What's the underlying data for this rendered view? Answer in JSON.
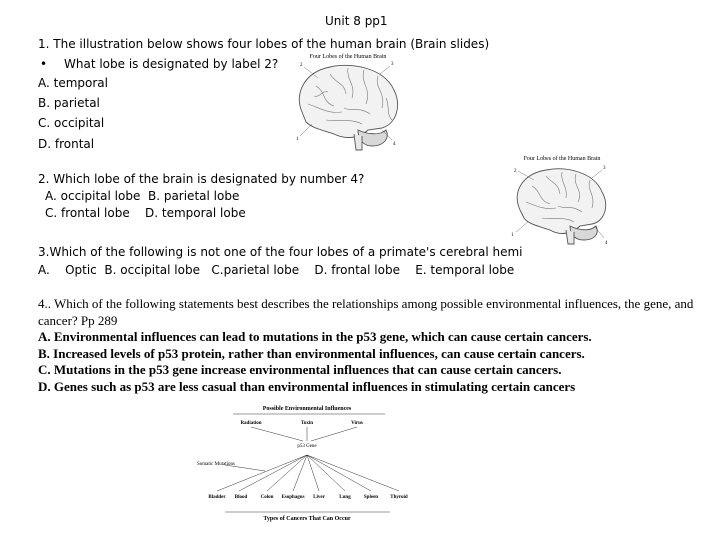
{
  "title": "Unit 8 pp1",
  "q1": {
    "stem": "1. The illustration below shows four lobes of the human brain (Brain slides)",
    "bullet": "•",
    "sub": "What lobe is designated by label 2?",
    "options": [
      "A. temporal",
      "B. parietal",
      "C. occipital",
      "D. frontal"
    ],
    "figure": {
      "caption": "Four Lobes of the Human Brain",
      "labels": [
        "2",
        "3",
        "1",
        "4"
      ]
    }
  },
  "q2": {
    "stem": "2. Which lobe of the brain is designated by number 4?",
    "line1": "A. occipital lobe  B. parietal lobe",
    "line2": "C. frontal lobe    D. temporal lobe",
    "figure": {
      "caption": "Four Lobes of the Human Brain",
      "labels": [
        "2",
        "3",
        "1",
        "4"
      ]
    }
  },
  "q3": {
    "stem": "3.Which of the following is not one of the four lobes of a primate's cerebral hemi",
    "options": "A.    Optic  B. occipital lobe   C.parietal lobe    D. frontal lobe    E. temporal lobe"
  },
  "q4": {
    "stem": "4.. Which of the following statements best describes the relationships among possible environmental influences, the gene, and cancer? Pp 289",
    "answers": [
      "A. Environmental influences can lead to mutations in the p53 gene, which can cause certain cancers.",
      "B. Increased levels of p53 protein, rather than environmental influences, can cause certain cancers.",
      "C.  Mutations in the p53 gene increase environmental influences that can cause certain cancers.",
      "D. Genes such as p53 are less casual than environmental influences in stimulating certain cancers"
    ]
  },
  "diagram": {
    "title": "Possible Environmental Influences",
    "influences": [
      "Radiation",
      "Toxin",
      "Virus"
    ],
    "center": "p53\nGene",
    "side": "Somatic\nMutations",
    "cancers": [
      "Bladder",
      "Blood",
      "Colon",
      "Esophagus",
      "Liver",
      "Lung",
      "Spleen",
      "Thyroid"
    ],
    "footer": "Types of Cancers That Can Occur"
  }
}
